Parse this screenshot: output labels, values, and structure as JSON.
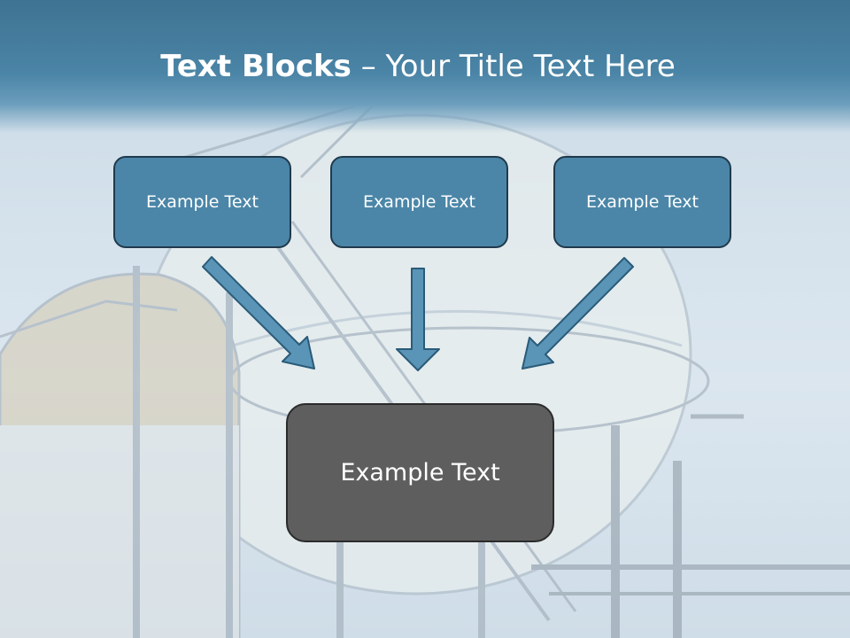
{
  "title": {
    "bold": "Text Blocks",
    "dash": " – ",
    "rest": "Your Title Text Here"
  },
  "blocks": [
    {
      "label": "Example Text"
    },
    {
      "label": "Example Text"
    },
    {
      "label": "Example Text"
    }
  ],
  "target": {
    "label": "Example Text"
  },
  "colors": {
    "title_band": "#4a84a6",
    "block_fill": "#4b86a8",
    "block_border": "#1f3a4c",
    "target_fill": "#5e5e5e",
    "arrow_fill": "#5a94b6",
    "arrow_stroke": "#2a5b78"
  }
}
